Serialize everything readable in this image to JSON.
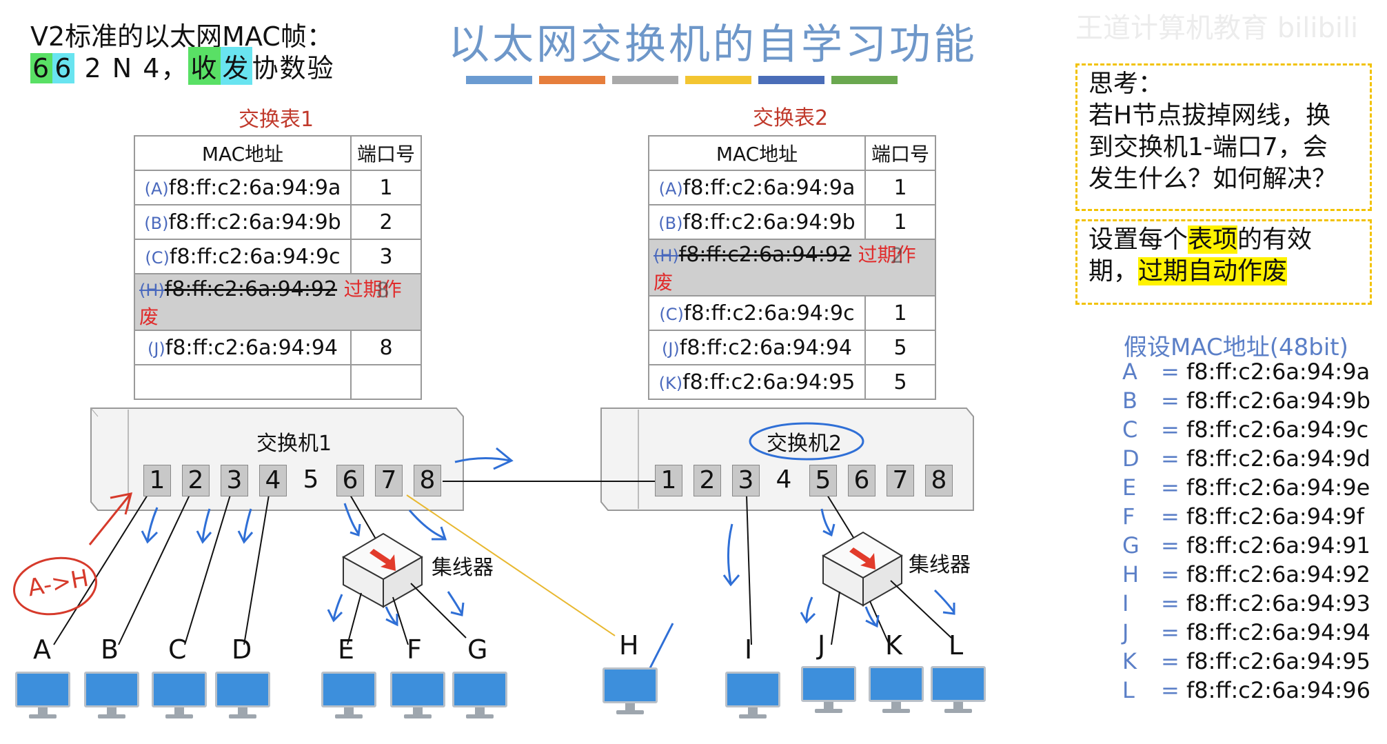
{
  "header": {
    "frame_title": "V2标准的以太网MAC帧：",
    "frame_fields": [
      "6",
      "6",
      "2",
      "N",
      "4",
      "，",
      "收",
      "发",
      "协数验"
    ],
    "main_title": "以太网交换机的自学习功能",
    "watermark": "王道计算机教育 bilibili"
  },
  "colors": {
    "title_blue": "#6e97c9",
    "bar_colors": [
      "#6b9bd1",
      "#e67e3c",
      "#a9a9a9",
      "#f3c531",
      "#4a6db8",
      "#6aa84f"
    ],
    "highlight_green": "#59e065",
    "highlight_cyan": "#69e4f0",
    "annotation_red": "#e02b2b",
    "annotation_blue": "#2f6fd6",
    "think_border": "#f2c200"
  },
  "table1": {
    "title": "交换表1",
    "headers": [
      "MAC地址",
      "端口号"
    ],
    "rows": [
      {
        "tag": "(A)",
        "mac": "f8:ff:c2:6a:94:9a",
        "port": "1"
      },
      {
        "tag": "(B)",
        "mac": "f8:ff:c2:6a:94:9b",
        "port": "2"
      },
      {
        "tag": "(C)",
        "mac": "f8:ff:c2:6a:94:9c",
        "port": "3"
      },
      {
        "tag": "(H)",
        "mac": "f8:ff:c2:6a:94:92",
        "port": "8",
        "note": "过期作废"
      },
      {
        "tag": "(J)",
        "mac": "f8:ff:c2:6a:94:94",
        "port": "8"
      },
      {
        "tag": "",
        "mac": "",
        "port": ""
      }
    ]
  },
  "table2": {
    "title": "交换表2",
    "headers": [
      "MAC地址",
      "端口号"
    ],
    "rows": [
      {
        "tag": "(A)",
        "mac": "f8:ff:c2:6a:94:9a",
        "port": "1"
      },
      {
        "tag": "(B)",
        "mac": "f8:ff:c2:6a:94:9b",
        "port": "1"
      },
      {
        "tag": "(H)",
        "mac": "f8:ff:c2:6a:94:92",
        "port": "2",
        "note": "过期作废"
      },
      {
        "tag": "(C)",
        "mac": "f8:ff:c2:6a:94:9c",
        "port": "1"
      },
      {
        "tag": "(J)",
        "mac": "f8:ff:c2:6a:94:94",
        "port": "5"
      },
      {
        "tag": "(K)",
        "mac": "f8:ff:c2:6a:94:95",
        "port": "5"
      }
    ]
  },
  "switch1": {
    "label": "交换机1",
    "ports": [
      "1",
      "2",
      "3",
      "4",
      "5",
      "6",
      "7",
      "8"
    ]
  },
  "switch2": {
    "label": "交换机2",
    "ports": [
      "1",
      "2",
      "3",
      "4",
      "5",
      "6",
      "7",
      "8"
    ]
  },
  "hub_label": "集线器",
  "hosts": [
    "A",
    "B",
    "C",
    "D",
    "E",
    "F",
    "G",
    "H",
    "I",
    "J",
    "K",
    "L"
  ],
  "annotation": {
    "frame_label": "A->H"
  },
  "think": {
    "line1": "思考：",
    "line2": "若H节点拔掉网线，换",
    "line3": "到交换机1-端口7，会",
    "line4": "发生什么？如何解决？"
  },
  "answer": {
    "part1": "设置每个",
    "hl1": "表项",
    "part2": "的有效",
    "part3": "期，",
    "hl2": "过期自动作废"
  },
  "assume": {
    "title": "假设MAC地址(48bit)",
    "items": [
      {
        "k": "A",
        "v": "f8:ff:c2:6a:94:9a"
      },
      {
        "k": "B",
        "v": "f8:ff:c2:6a:94:9b"
      },
      {
        "k": "C",
        "v": "f8:ff:c2:6a:94:9c"
      },
      {
        "k": "D",
        "v": "f8:ff:c2:6a:94:9d"
      },
      {
        "k": "E",
        "v": "f8:ff:c2:6a:94:9e"
      },
      {
        "k": "F",
        "v": "f8:ff:c2:6a:94:9f"
      },
      {
        "k": "G",
        "v": "f8:ff:c2:6a:94:91"
      },
      {
        "k": "H",
        "v": "f8:ff:c2:6a:94:92"
      },
      {
        "k": "I",
        "v": "f8:ff:c2:6a:94:93"
      },
      {
        "k": "J",
        "v": "f8:ff:c2:6a:94:94"
      },
      {
        "k": "K",
        "v": "f8:ff:c2:6a:94:95"
      },
      {
        "k": "L",
        "v": "f8:ff:c2:6a:94:96"
      }
    ]
  }
}
